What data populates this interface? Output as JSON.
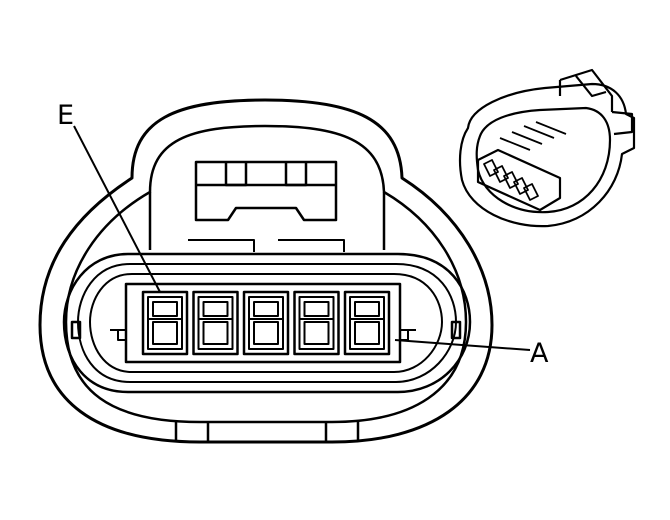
{
  "diagram": {
    "callouts": {
      "pin_e": "E",
      "pin_a": "A"
    },
    "terminal_count": 5,
    "colors": {
      "line": "#000000",
      "background": "#ffffff"
    }
  }
}
